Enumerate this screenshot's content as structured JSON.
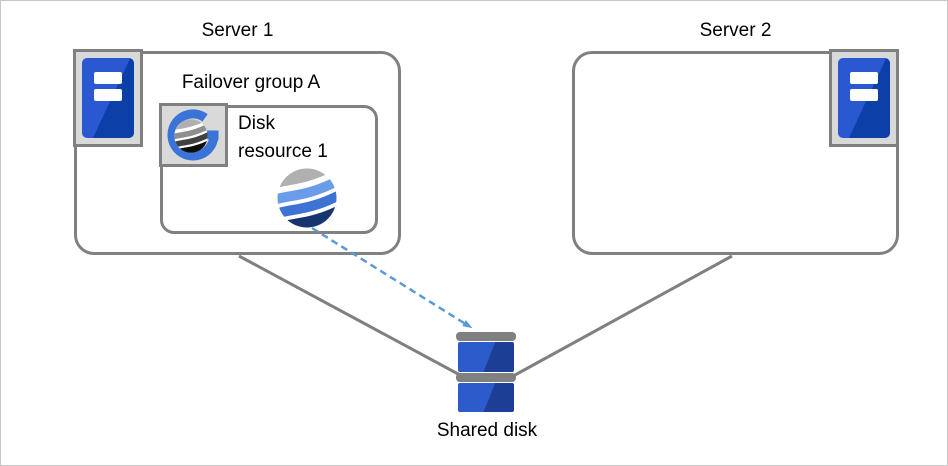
{
  "servers": [
    {
      "label": "Server 1"
    },
    {
      "label": "Server 2"
    }
  ],
  "failover_group": {
    "label": "Failover group A"
  },
  "disk_resource": {
    "label": "Disk\nresource 1"
  },
  "shared_disk": {
    "label": "Shared disk"
  },
  "icons": {
    "server": "server-icon",
    "group": "failover-group-icon",
    "disk_resource": "disk-resource-sphere-icon",
    "shared_disk": "shared-disk-icon",
    "arrow": "disk-access-dashed-arrow"
  },
  "colors": {
    "border_gray": "#808080",
    "canvas_border": "#c6c6c6",
    "icon_bg": "#d9d9d9",
    "server_blue_light": "#2a58d0",
    "server_blue_dark": "#0d3fa8",
    "disk_blue_light": "#2c5ccc",
    "disk_blue_dark": "#1c3e94",
    "arrow_blue": "#5b9bd5",
    "g_blue": "#3b74d8",
    "text_color": "#000000",
    "sphere_cap_gray": "#b0b0b0",
    "sphere_blue_band1": "#6b9ce9",
    "sphere_blue_band2": "#3d74d4",
    "sphere_blue_bottom": "#16356f",
    "sphere_gray_band1": "#8f8f8f",
    "sphere_gray_band2": "#404040",
    "sphere_gray_bottom": "#0d0d0d"
  }
}
